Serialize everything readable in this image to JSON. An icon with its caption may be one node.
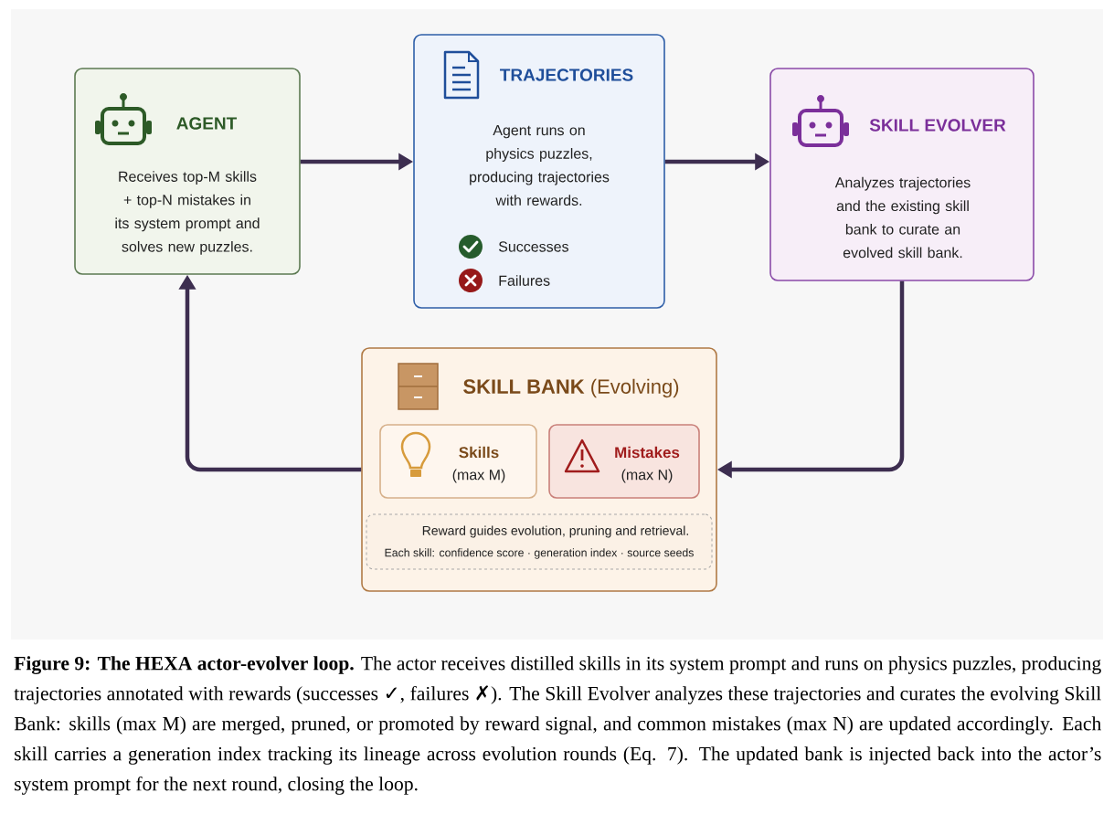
{
  "diagram": {
    "caption": "**Figure 9: The HEXA actor-evolver loop.** The actor receives distilled skills in its system prompt and runs on physics puzzles, producing trajectories annotated with rewards (successes ✓, failures ✗). The Skill Evolver analyzes these trajectories and curates the evolving Skill Bank: skills (max M) are merged, pruned, or promoted by reward signal, and common mistakes (max N) are updated accordingly. Each skill carries a generation index tracking its lineage across evolution rounds (Eq. 7). The updated bank is injected back into the actor’s system prompt for the next round, closing the loop.",
    "nodes": [
      {
        "text": [
          "AGENT",
          "Receives top-M skills + top-N mistakes in its system prompt and solves new puzzles."
        ]
      },
      {
        "text": [
          "TRAJECTORIES",
          "Agent runs on physics puzzles, producing trajectories with rewards.",
          "Successes",
          "Failures"
        ]
      },
      {
        "text": [
          "SKILL EVOLVER",
          "Analyzes trajectories and the existing skill bank to curate an evolved skill bank."
        ]
      },
      {
        "text": [
          "**SKILL BANK** (Evolving)"
        ]
      },
      {
        "text": [
          "Skills",
          "(max M)"
        ],
        "in": 3
      },
      {
        "text": [
          "Mistakes",
          "(max N)"
        ],
        "in": 3
      },
      {
        "text": [
          "Reward guides evolution, pruning and retrieval.",
          "Each skill: confidence score · generation index · source seeds"
        ],
        "in": 3
      }
    ],
    "edges": [
      {
        "from": 0,
        "to": 1,
        "arrow": "to"
      },
      {
        "from": 1,
        "to": 2,
        "arrow": "to"
      },
      {
        "from": 2,
        "to": 3,
        "arrow": "to"
      },
      {
        "from": 3,
        "to": 0,
        "arrow": "to"
      }
    ]
  }
}
